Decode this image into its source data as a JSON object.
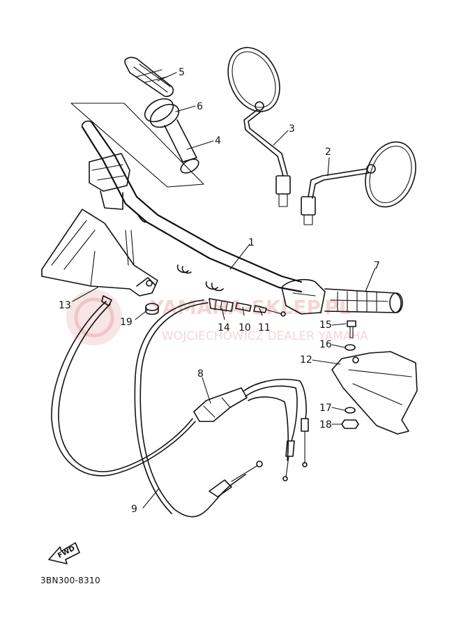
{
  "diagram": {
    "part_code": "3BN300-8310",
    "forward_marker": "FWD",
    "watermark": {
      "brand": "YAMAHA-SKLEP.PL",
      "dealer": "WOJCIECHOWICZ DEALER YAMAHA",
      "color": "#cf4a4a"
    },
    "callouts": [
      {
        "id": "c1",
        "label": "1",
        "part": "handlebar"
      },
      {
        "id": "c2",
        "label": "2",
        "part": "rear-view-mirror-left"
      },
      {
        "id": "c3",
        "label": "3",
        "part": "rear-view-mirror-right"
      },
      {
        "id": "c4",
        "label": "4",
        "part": "throttle-grip-tube"
      },
      {
        "id": "c5",
        "label": "5",
        "part": "right-grip"
      },
      {
        "id": "c6",
        "label": "6",
        "part": "grip-cap"
      },
      {
        "id": "c7",
        "label": "7",
        "part": "left-grip"
      },
      {
        "id": "c8",
        "label": "8",
        "part": "throttle-cable-junction"
      },
      {
        "id": "c9",
        "label": "9",
        "part": "clutch-cable"
      },
      {
        "id": "c10",
        "label": "10",
        "part": "adjuster"
      },
      {
        "id": "c11",
        "label": "11",
        "part": "adjuster-nut"
      },
      {
        "id": "c12",
        "label": "12",
        "part": "hand-guard-left"
      },
      {
        "id": "c13",
        "label": "13",
        "part": "hand-guard-right"
      },
      {
        "id": "c14",
        "label": "14",
        "part": "cable-boot"
      },
      {
        "id": "c15",
        "label": "15",
        "part": "bolt"
      },
      {
        "id": "c16",
        "label": "16",
        "part": "washer"
      },
      {
        "id": "c17",
        "label": "17",
        "part": "washer"
      },
      {
        "id": "c18",
        "label": "18",
        "part": "nut"
      },
      {
        "id": "c19",
        "label": "19",
        "part": "collar"
      }
    ]
  }
}
